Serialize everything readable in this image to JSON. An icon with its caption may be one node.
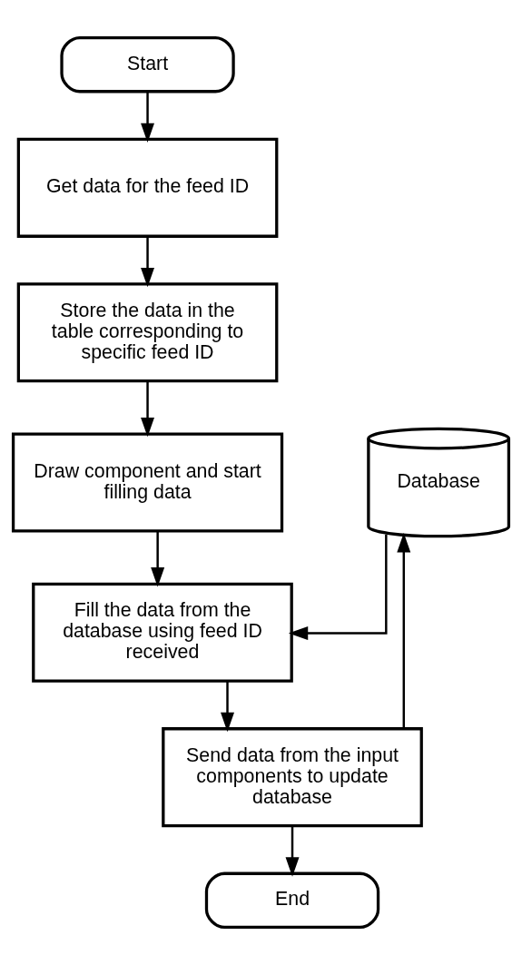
{
  "diagram": {
    "nodes": [
      {
        "text": [
          "Start"
        ]
      },
      {
        "text": [
          "Get data for the feed ID"
        ]
      },
      {
        "text": [
          "Store the data in the table corresponding to specific feed ID"
        ]
      },
      {
        "text": [
          "Draw component and start filling data"
        ]
      },
      {
        "text": [
          "Fill the data from the database using feed ID received"
        ]
      },
      {
        "text": [
          "Send data from the input components to update database"
        ]
      },
      {
        "text": [
          "End"
        ]
      },
      {
        "text": [
          "Database"
        ]
      }
    ],
    "edges": [
      {
        "from": 0,
        "to": 1,
        "arrow": "to"
      },
      {
        "from": 1,
        "to": 2,
        "arrow": "to"
      },
      {
        "from": 2,
        "to": 3,
        "arrow": "to"
      },
      {
        "from": 3,
        "to": 4,
        "arrow": "to"
      },
      {
        "from": 4,
        "to": 5,
        "arrow": "to"
      },
      {
        "from": 5,
        "to": 6,
        "arrow": "to"
      },
      {
        "from": 7,
        "to": 4,
        "arrow": "to"
      },
      {
        "from": 5,
        "to": 7,
        "arrow": "to"
      }
    ]
  }
}
